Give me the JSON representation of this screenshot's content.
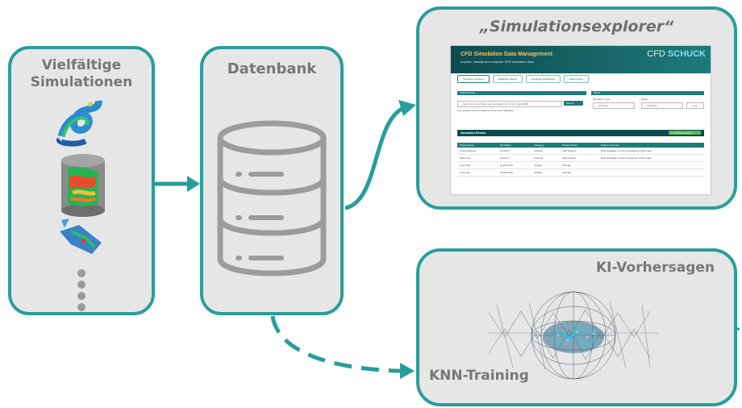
{
  "panels": {
    "simulations": {
      "title_line1": "Vielfältige",
      "title_line2": "Simulationen"
    },
    "database": {
      "title": "Datenbank"
    },
    "explorer": {
      "title": "„Simulationsexplorer“"
    },
    "ki": {
      "title_top": "KI-Vorhersagen",
      "title_bottom": "KNN-Training"
    }
  },
  "app": {
    "title": "CFD Simulation Data Management",
    "subtitle": "Explore, classify and compare CFD simulation data",
    "brand_prefix": "CFD",
    "brand_name": "SCHUCK",
    "tabs": [
      "Simulation Explorer",
      "Database Search",
      "Compare Simulations",
      "Data Upload"
    ],
    "search_section": "Global Search",
    "filter_section": "Filters",
    "search_placeholder": "Search by project title, user, simulation ID, or Rev. and SIMID",
    "search_button": "Search",
    "search_hint": "Use search to find simulations across your database",
    "filter_label_1": "Simulation Type",
    "filter_value_1": "All Types",
    "filter_label_2": "Status",
    "filter_value_2": "All Status",
    "filter_button": "Apply",
    "results_title": "Simulation Results",
    "results_button": "+ Load Simulations",
    "results_columns": [
      "Project Name",
      "Simulation",
      "Category",
      "Project Owner",
      "Project Comment"
    ],
    "results_rows": [
      [
        "Cube Positions",
        "SI-109-V",
        "Internal",
        "CFD Analyst",
        "CFD simulation run for comparison of flow case"
      ],
      [
        "Valve 1x1",
        "SI-102-V",
        "Internal",
        "CFD Analyst",
        "CFD simulation run for comparison of flow case"
      ],
      [
        "Conn Sim",
        "SI-103-COU",
        "Project",
        "Internal",
        ""
      ],
      [
        "Conn Sim",
        "SI-104-COU",
        "Project",
        "Internal",
        ""
      ]
    ]
  },
  "colors": {
    "accent": "#2a9d9a",
    "panel_bg": "#e6e6e6",
    "title_gray": "#777777"
  },
  "icons": [
    "database-icon",
    "vertical-ellipsis-icon",
    "arrow-right-icon",
    "dashed-arrow-icon"
  ]
}
